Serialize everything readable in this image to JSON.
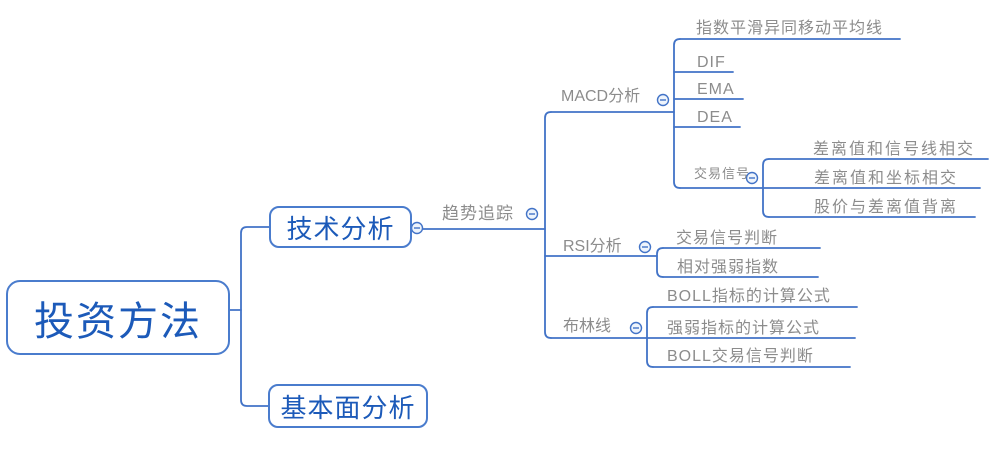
{
  "diagram_type": "mind-map",
  "colors": {
    "line": "#4273c7",
    "node_border": "#4a7ccd",
    "node_text": "#1c5ab9",
    "label_text": "#8c8c8c",
    "collapse_fill": "#eef4fc"
  },
  "nodes": {
    "root": "投资方法",
    "tech": "技术分析",
    "fundamental": "基本面分析",
    "trend": "趋势追踪",
    "macd": "MACD分析",
    "smoothing": "指数平滑异同移动平均线",
    "dif": "DIF",
    "ema": "EMA",
    "dea": "DEA",
    "signal": "交易信号",
    "signal_cross1": "差离值和信号线相交",
    "signal_cross2": "差离值和坐标相交",
    "signal_cross3": "股价与差离值背离",
    "rsi": "RSI分析",
    "rsi_judge": "交易信号判断",
    "rsi_index": "相对强弱指数",
    "boll": "布林线",
    "boll_formula": "BOLL指标的计算公式",
    "boll_strength": "强弱指标的计算公式",
    "boll_judge": "BOLL交易信号判断"
  },
  "icons": {
    "collapse": "collapse-minus"
  }
}
